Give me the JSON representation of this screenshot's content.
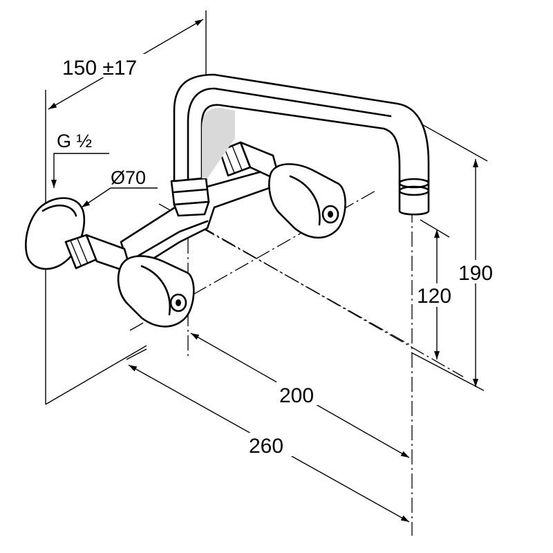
{
  "diagram": {
    "dimensions": {
      "projection": "150 ±17",
      "thread": "G ½",
      "rosette_diameter": "Ø70",
      "spout_height_total": "190",
      "spout_height_outlet": "120",
      "centre_to_outlet": "200",
      "wall_to_outlet": "260"
    },
    "colors": {
      "line": "#000000",
      "background": "#ffffff",
      "shade": "#d9d9d9"
    }
  }
}
